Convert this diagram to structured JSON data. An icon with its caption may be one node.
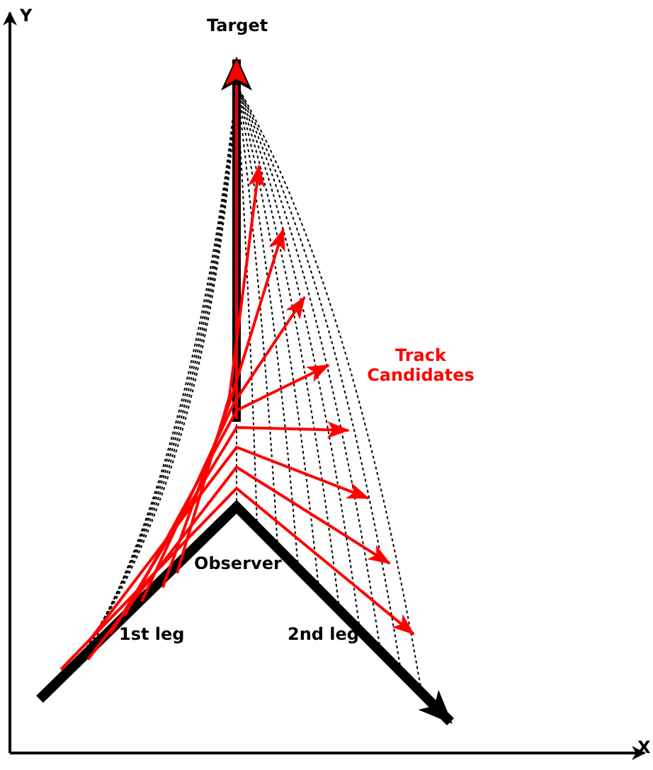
{
  "diagram": {
    "labels": [
      "Y",
      "Target",
      "Track Candidates",
      "Observer",
      "1st leg",
      "2nd leg",
      "X"
    ]
  }
}
